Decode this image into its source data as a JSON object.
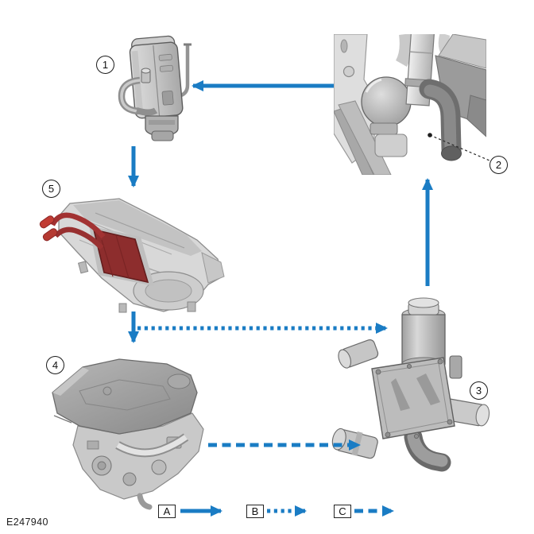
{
  "figure_id": "E247940",
  "callouts": {
    "c1": "1",
    "c2": "2",
    "c3": "3",
    "c4": "4",
    "c5": "5"
  },
  "legend": {
    "a_label": "A",
    "b_label": "B",
    "c_label": "C"
  },
  "flow_styles": {
    "A": "solid-arrow",
    "B": "dotted-arrow",
    "C": "dashed-arrow"
  },
  "colors": {
    "arrow_blue": "#1a7cc4",
    "highlight_red": "#8d2d2d"
  }
}
